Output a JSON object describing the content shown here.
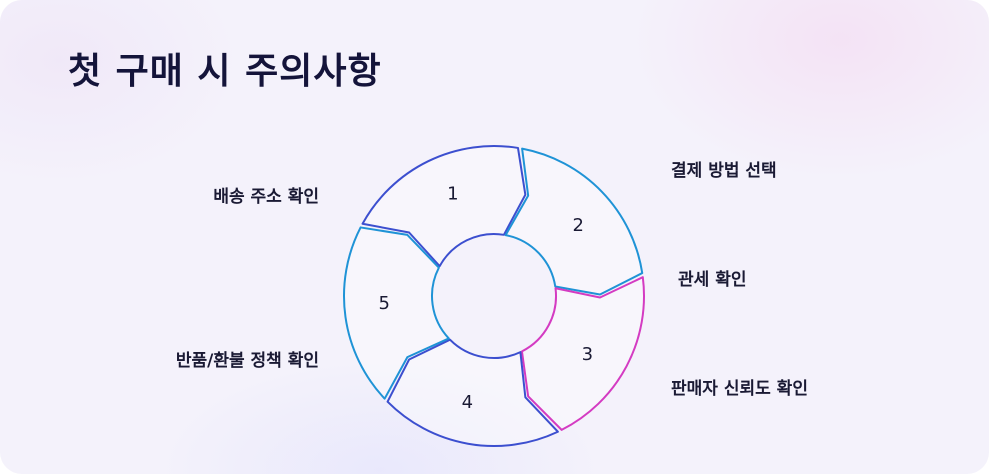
{
  "title": "첫 구매 시 주의사항",
  "segments": [
    {
      "number": "1",
      "label": "배송 주소 확인",
      "color": "#3c4fcf"
    },
    {
      "number": "2",
      "label": "결제 방법 선택",
      "color": "#1f93d6"
    },
    {
      "number": "3",
      "label": "관세 확인",
      "color": "#d43bc2"
    },
    {
      "number": "4",
      "label": "판매자 신뢰도 확인",
      "color": "#3c4fcf"
    },
    {
      "number": "5",
      "label": "반품/환불 정책 확인",
      "color": "#1f93d6"
    }
  ]
}
